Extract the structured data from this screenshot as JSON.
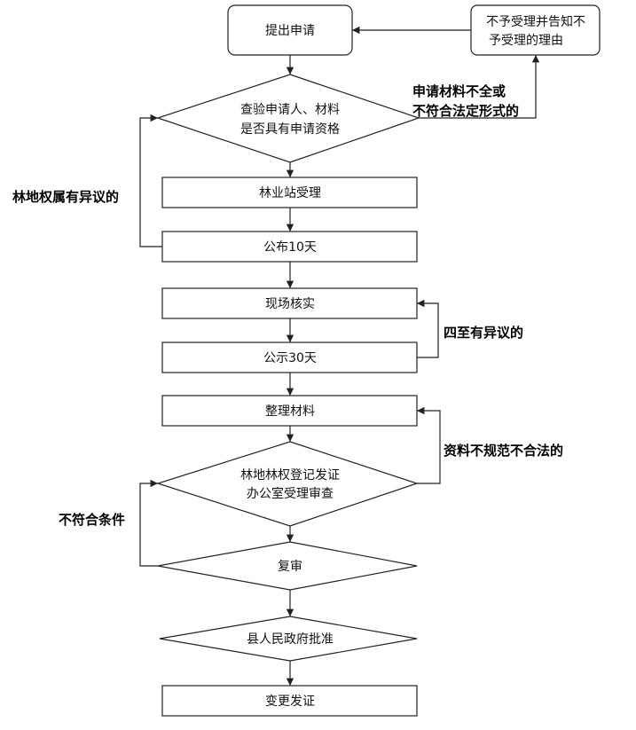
{
  "nodes": {
    "apply": "提出申请",
    "reject_notice": [
      "不予受理并告知不",
      "予受理的理由"
    ],
    "check_qualification": [
      "查验申请人、材料",
      "是否具有申请资格"
    ],
    "station_accept": "林业站受理",
    "publish_10": "公布10天",
    "site_verify": "现场核实",
    "publish_30": "公示30天",
    "organize_materials": "整理材料",
    "office_review": [
      "林地林权登记发证",
      "办公室受理审查"
    ],
    "recheck": "复审",
    "county_approval": "县人民政府批准",
    "change_certificate": "变更发证"
  },
  "edge_labels": {
    "incomplete_materials": [
      "申请材料不全或",
      "不符合法定形式的"
    ],
    "ownership_dispute": "林地权属有异议的",
    "boundary_dispute": "四至有异议的",
    "nonstandard_materials": "资料不规范不合法的",
    "not_qualified": "不符合条件"
  }
}
